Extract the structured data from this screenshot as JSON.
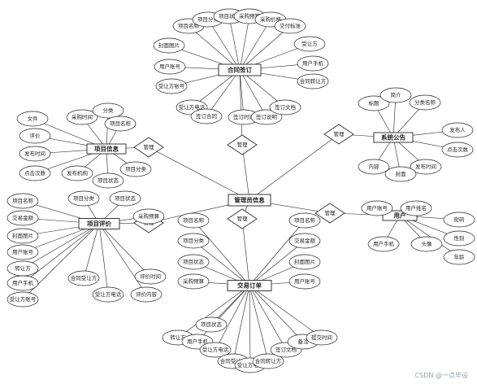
{
  "entities": {
    "admin": "管理员信息",
    "contract": "合同签订",
    "project_info": "项目信息",
    "notice": "系统公告",
    "user": "用户",
    "project_eval": "项目评价",
    "deal_order": "交易订单"
  },
  "relations": {
    "contract": "管理",
    "project_info": "管理",
    "notice": "管理",
    "user": "管理",
    "project_eval": "管理",
    "deal_order": "管理"
  },
  "attributes": {
    "contract": [
      "项目名称",
      "项目分类",
      "项目状态",
      "采购预算",
      "采购价格",
      "交付标准",
      "封面图片",
      "用户账号",
      "受让方账号",
      "受让方电话",
      "签订合同",
      "签订时间",
      "签订说明",
      "签订文档",
      "受让方",
      "用户手机",
      "合同转让方"
    ],
    "project_info": [
      "文件",
      "评价",
      "发布时间",
      "点击次数",
      "发布机构",
      "采购时间",
      "分类",
      "项目名称",
      "项目分类",
      "项目状态"
    ],
    "notice": [
      "标题",
      "简介",
      "分类名称",
      "发布人",
      "点击次数",
      "发布时间",
      "封面",
      "内容"
    ],
    "user": [
      "用户账号",
      "用户姓名",
      "密码",
      "性别",
      "年龄",
      "头像",
      "用户手机"
    ],
    "project_eval": [
      "项目名称",
      "交易金额",
      "封面图片",
      "用户账号",
      "转让方",
      "用户手机",
      "受让方账号",
      "项目分类",
      "项目状态",
      "采购预算",
      "合同受让方",
      "受让方电话",
      "评价内容",
      "评价时间"
    ],
    "deal_order": [
      "项目名称",
      "项目分类",
      "项目状态",
      "采购预算",
      "项目名称",
      "交易金额",
      "封面图片",
      "用户账号",
      "转让方",
      "用户手机",
      "受让方电话",
      "合同受让方",
      "受让方电话",
      "合同转让方",
      "签订文档",
      "备注",
      "提交时间",
      "项目状态"
    ]
  },
  "watermark": "CSDN @一点毕设"
}
